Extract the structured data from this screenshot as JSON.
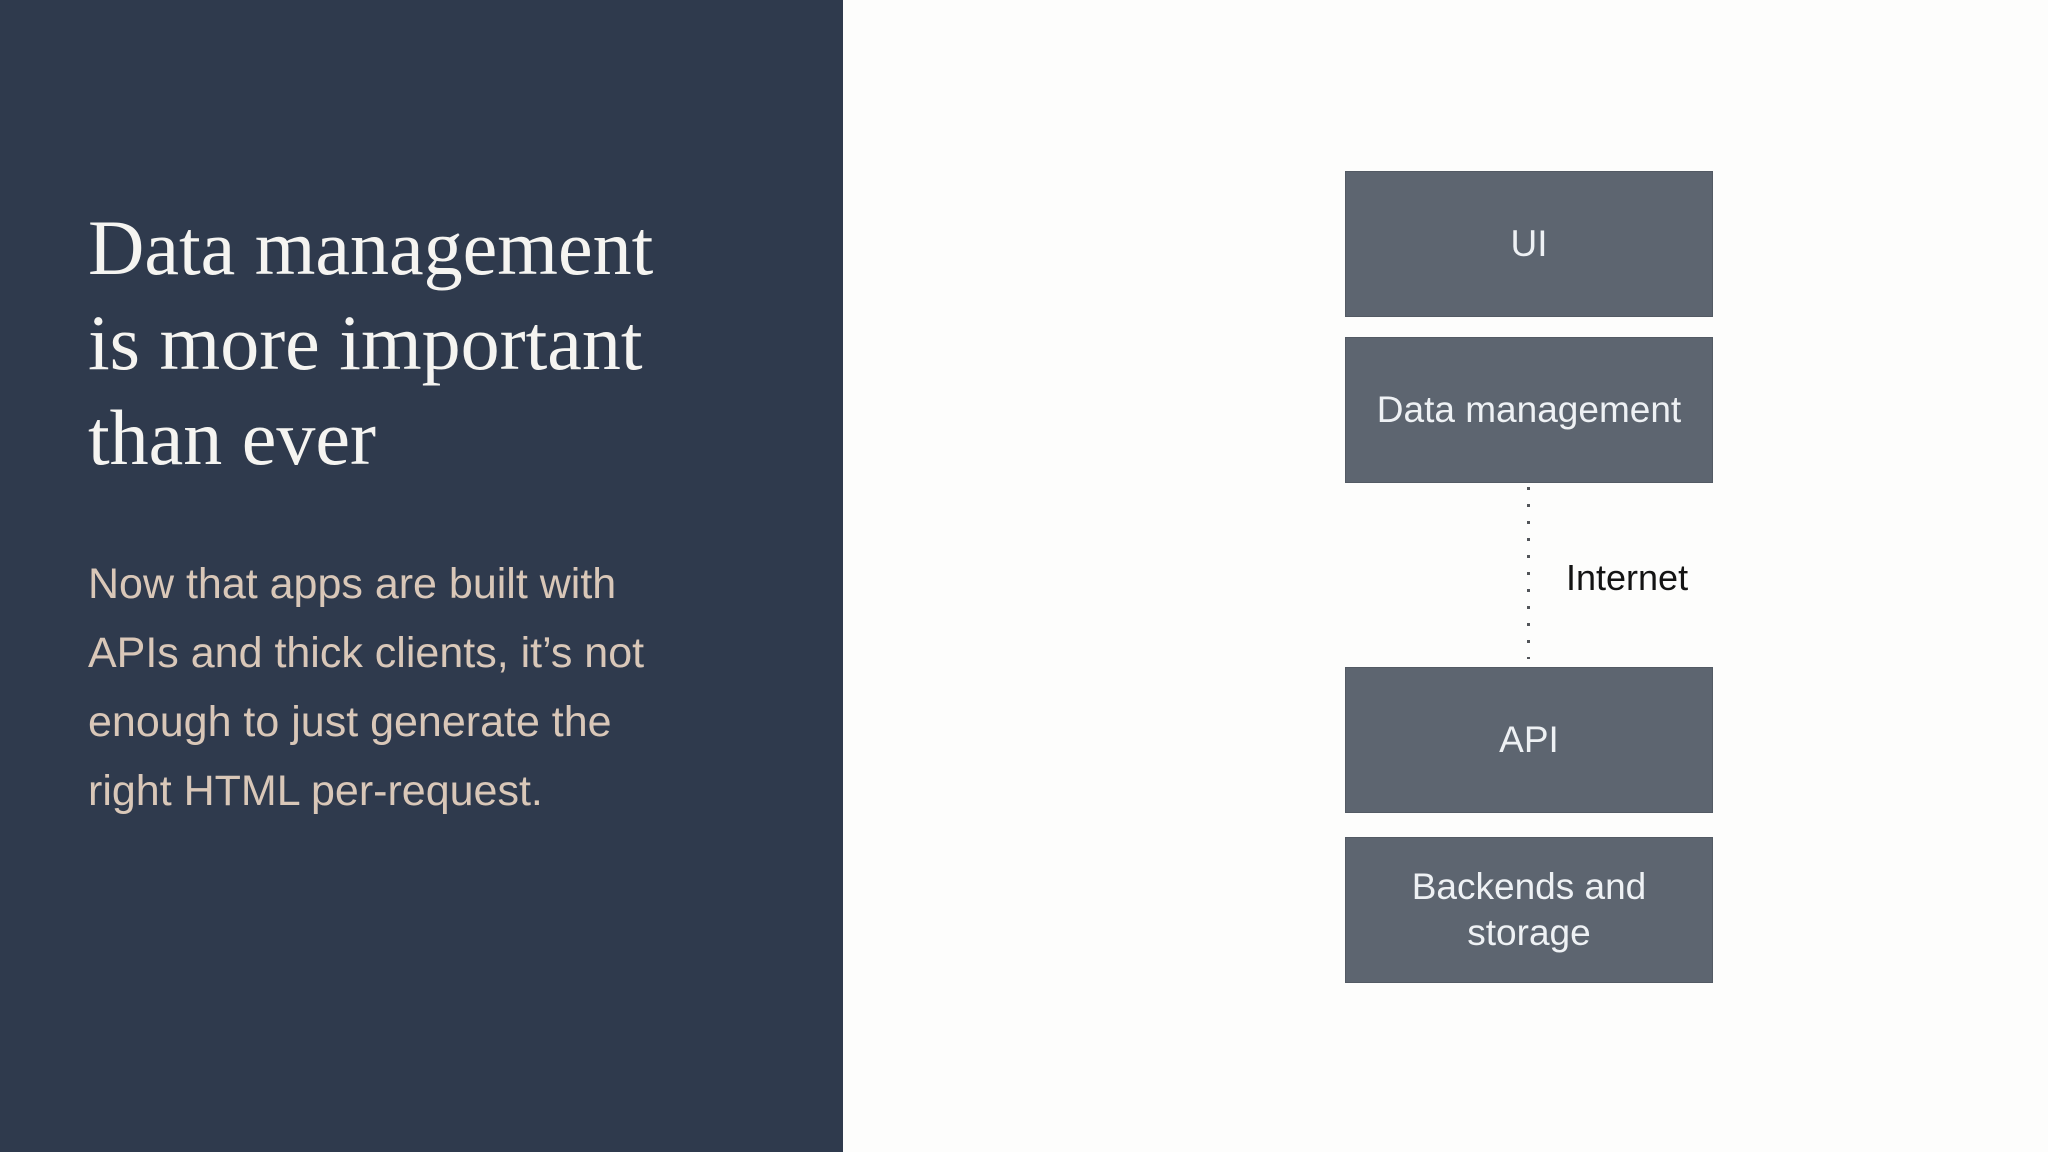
{
  "slide": {
    "title": "Data management\nis more important\nthan ever",
    "body": "Now that apps are built with\nAPIs and thick clients, it’s not\nenough to just generate the\nright HTML per-request.",
    "colors": {
      "left_panel_background": "#2f3a4d",
      "title_text": "#f5f4f1",
      "body_text": "#d9c7b8",
      "right_background": "#fdfdfc",
      "layer_box_fill": "#5d6570",
      "layer_box_border": "#535a64",
      "layer_box_text": "#eef1f4",
      "connector_dots": "#515459",
      "connector_label_text": "#141414"
    }
  },
  "diagram": {
    "layers": [
      {
        "id": "ui",
        "label": "UI"
      },
      {
        "id": "data-management",
        "label": "Data management"
      },
      {
        "id": "api",
        "label": "API"
      },
      {
        "id": "backends-storage",
        "label": "Backends and\nstorage"
      }
    ],
    "connector": {
      "style": "dotted",
      "label": "Internet",
      "from": "data-management",
      "to": "api"
    }
  }
}
